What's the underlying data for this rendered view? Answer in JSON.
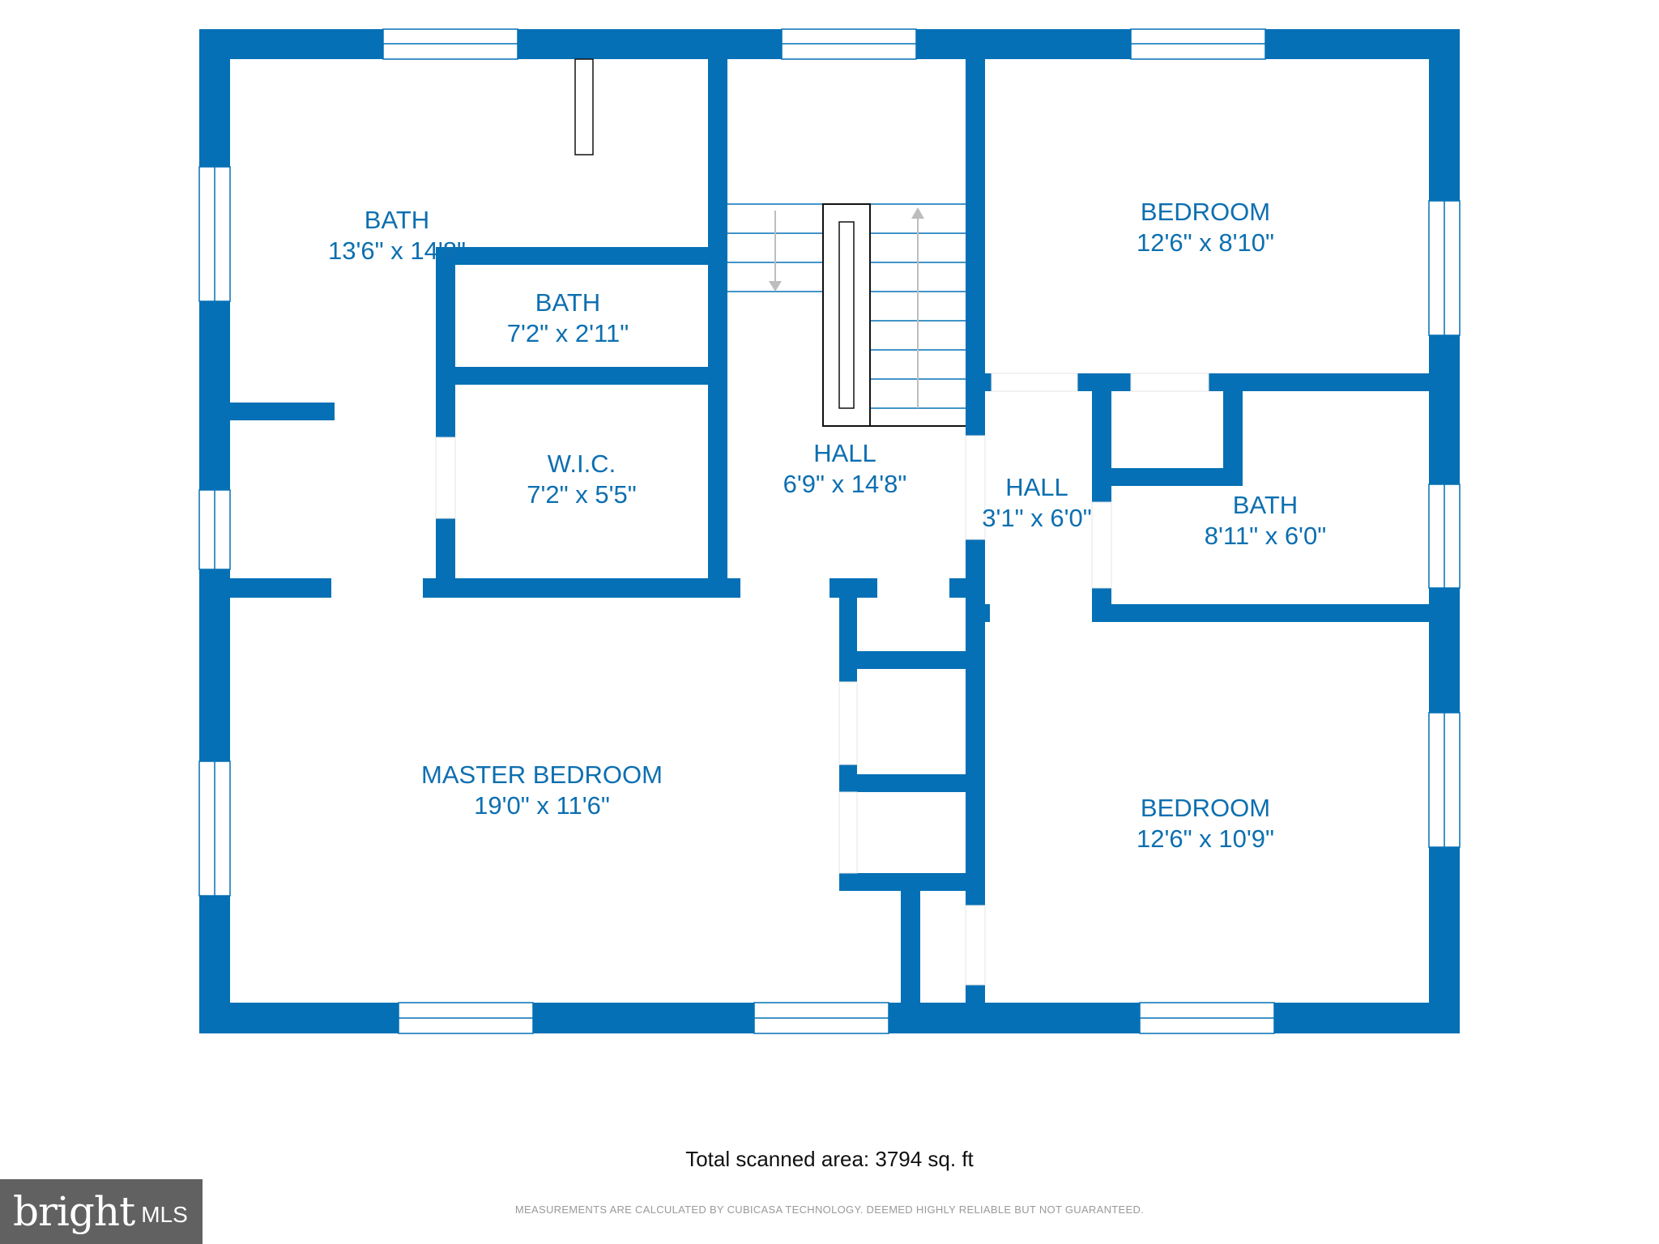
{
  "colors": {
    "wall": "#0570b5",
    "label": "#0d6fb0",
    "window": "#ffffff"
  },
  "rooms": [
    {
      "id": "bath_main",
      "name": "BATH",
      "dims": "13'6\" x 14'8\""
    },
    {
      "id": "bath_small",
      "name": "BATH",
      "dims": "7'2\" x 2'11\""
    },
    {
      "id": "wic",
      "name": "W.I.C.",
      "dims": "7'2\" x 5'5\""
    },
    {
      "id": "hall_main",
      "name": "HALL",
      "dims": "6'9\" x 14'8\""
    },
    {
      "id": "hall_small",
      "name": "HALL",
      "dims": "3'1\" x 6'0\""
    },
    {
      "id": "bedroom_top",
      "name": "BEDROOM",
      "dims": "12'6\" x 8'10\""
    },
    {
      "id": "bath_right",
      "name": "BATH",
      "dims": "8'11\" x 6'0\""
    },
    {
      "id": "master",
      "name": "MASTER BEDROOM",
      "dims": "19'0\" x 11'6\""
    },
    {
      "id": "bedroom_bottom",
      "name": "BEDROOM",
      "dims": "12'6\" x 10'9\""
    }
  ],
  "footer": {
    "total_area": "Total scanned area: 3794 sq. ft",
    "disclaimer": "MEASUREMENTS ARE CALCULATED BY CUBICASA TECHNOLOGY. DEEMED HIGHLY RELIABLE BUT NOT GUARANTEED."
  },
  "logo": {
    "word": "bright",
    "suffix": "MLS"
  }
}
